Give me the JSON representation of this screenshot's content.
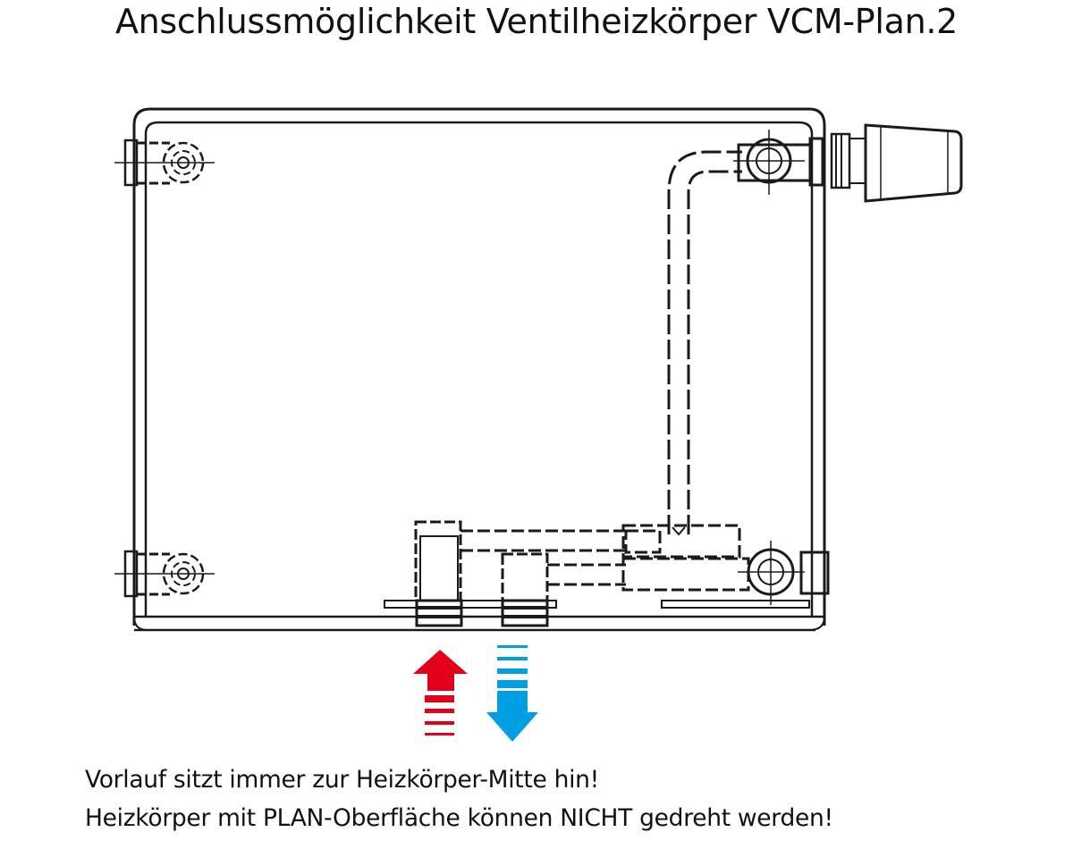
{
  "title": "Anschlussmöglichkeit Ventilheizkörper VCM-Plan.2",
  "notes": [
    "Vorlauf sitzt immer zur Heizkörper-Mitte hin!",
    "Heizkörper mit PLAN-Oberfläche können NICHT gedreht werden!"
  ],
  "colors": {
    "supply": "#e2001a",
    "return": "#009fe3",
    "line": "#1a1a1a"
  }
}
